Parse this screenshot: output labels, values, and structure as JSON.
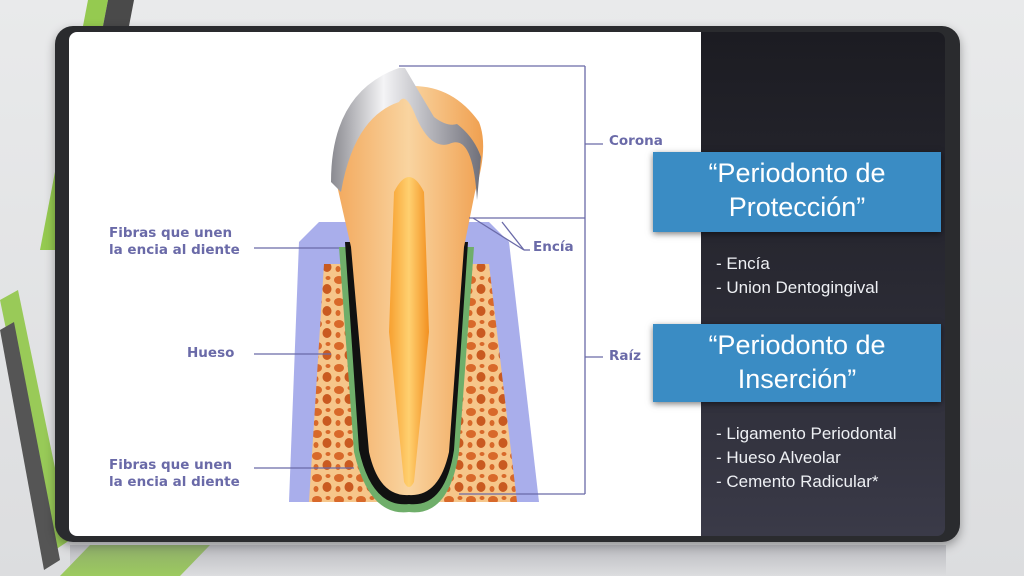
{
  "labels": {
    "corona": "Corona",
    "encia": "Encía",
    "raiz": "Raíz",
    "fibras_top_1": "Fibras que unen",
    "fibras_top_2": "la encia al diente",
    "hueso": "Hueso",
    "fibras_bottom_1": "Fibras que unen",
    "fibras_bottom_2": "la encia al diente"
  },
  "callouts": [
    {
      "line1": "“Periodonto de",
      "line2": "Protección”",
      "items": [
        "- Encía",
        "- Union Dentogingival"
      ]
    },
    {
      "line1": "“Periodonto de",
      "line2": "Inserción”",
      "items": [
        "- Ligamento Periodontal",
        "- Hueso Alveolar",
        "- Cemento Radicular*"
      ]
    }
  ],
  "colors": {
    "callout": "#3a8cc4",
    "label": "#6a6aa8",
    "frame": "#2a2b2e",
    "accent_green": "#8cc63f"
  }
}
